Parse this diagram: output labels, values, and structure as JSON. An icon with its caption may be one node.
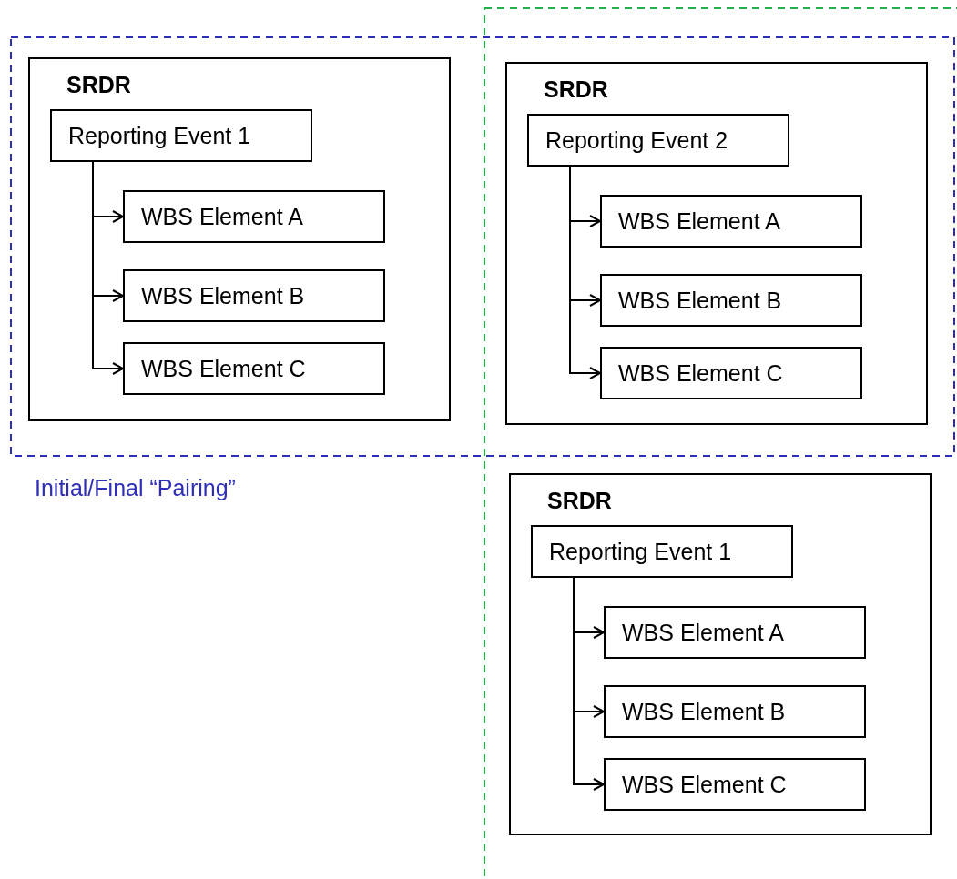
{
  "diagram": {
    "nodes": [
      {
        "text": [
          "Initial/Final “Pairing”"
        ]
      },
      {
        "text": [],
        "shape": "box"
      },
      {
        "text": [
          "SRDR"
        ],
        "in": 0
      },
      {
        "text": [
          "Reporting Event 1"
        ],
        "in": 2
      },
      {
        "text": [
          "WBS Element A"
        ],
        "in": 2
      },
      {
        "text": [
          "WBS Element B"
        ],
        "in": 2
      },
      {
        "text": [
          "WBS Element C"
        ],
        "in": 2
      },
      {
        "text": [
          "SRDR"
        ]
      },
      {
        "text": [
          "Reporting Event 2"
        ],
        "in": 7
      },
      {
        "text": [
          "WBS Element A"
        ],
        "in": 7
      },
      {
        "text": [
          "WBS Element B"
        ],
        "in": 7
      },
      {
        "text": [
          "WBS Element C"
        ],
        "in": 7
      },
      {
        "text": [
          "SRDR"
        ],
        "in": 1
      },
      {
        "text": [
          "Reporting Event 1"
        ],
        "in": 12
      },
      {
        "text": [
          "WBS Element A"
        ],
        "in": 12
      },
      {
        "text": [
          "WBS Element B"
        ],
        "in": 12
      },
      {
        "text": [
          "WBS Element C"
        ],
        "in": 12
      }
    ],
    "edges": [
      {
        "from": 3,
        "to": 4,
        "arrow": "to"
      },
      {
        "from": 3,
        "to": 5,
        "arrow": "to"
      },
      {
        "from": 3,
        "to": 6,
        "arrow": "to"
      },
      {
        "from": 8,
        "to": 9,
        "arrow": "to"
      },
      {
        "from": 8,
        "to": 10,
        "arrow": "to"
      },
      {
        "from": 8,
        "to": 11,
        "arrow": "to"
      },
      {
        "from": 13,
        "to": 14,
        "arrow": "to"
      },
      {
        "from": 13,
        "to": 15,
        "arrow": "to"
      },
      {
        "from": 13,
        "to": 16,
        "arrow": "to"
      }
    ]
  }
}
